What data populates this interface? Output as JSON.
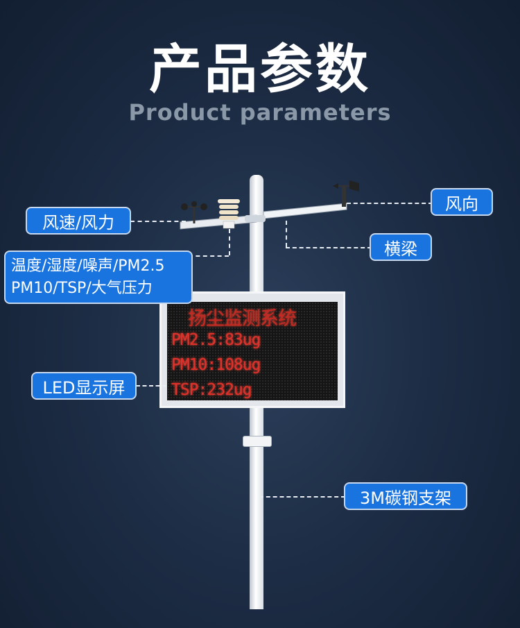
{
  "header": {
    "title": "产品参数",
    "subtitle": "Product parameters"
  },
  "labels": {
    "wind_speed": "风速/风力",
    "wind_direction": "风向",
    "crossbeam": "横梁",
    "sensors_line1": "温度/湿度/噪声/PM2.5",
    "sensors_line2": "PM10/TSP/大气压力",
    "led_screen": "LED显示屏",
    "bracket": "3M碳钢支架"
  },
  "led_display": {
    "title": "扬尘监测系统",
    "line1": "PM2.5:83ug",
    "line2": "PM10:108ug",
    "line3": "TSP:232ug"
  },
  "colors": {
    "label_bg": "#1a74e0",
    "led_text": "#e2312b"
  }
}
